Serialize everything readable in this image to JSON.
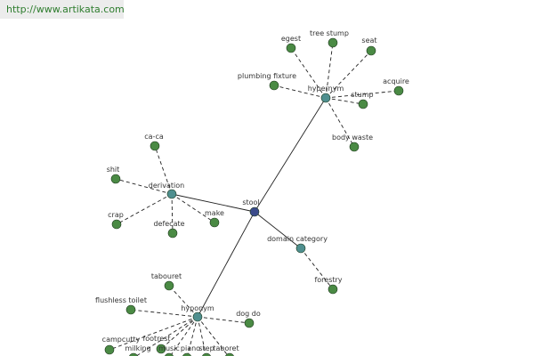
{
  "header": {
    "url": "http://www.artikata.com"
  },
  "colors": {
    "leaf_node": "#4a8a44",
    "group_node": "#4f8f8f",
    "center_node": "#3a4a8a",
    "edge": "#222222",
    "label": "#333333",
    "banner_text": "#2e7d2e"
  },
  "graph": {
    "center": {
      "label": "stool"
    },
    "groups": [
      {
        "id": "hypernym",
        "label": "hypernym",
        "children": [
          "egest",
          "tree stump",
          "seat",
          "plumbing fixture",
          "acquire",
          "stump",
          "body waste"
        ]
      },
      {
        "id": "derivation",
        "label": "derivation",
        "children": [
          "ca-ca",
          "shit",
          "crap",
          "defecate",
          "make"
        ]
      },
      {
        "id": "domain",
        "label": "domain category",
        "children": [
          "forestry"
        ]
      },
      {
        "id": "hyponym",
        "label": "hyponym",
        "children": [
          "tabouret",
          "flushless toilet",
          "dog do",
          "campcutty",
          "footrest",
          "milking",
          "music",
          "piano",
          "step",
          "taboret"
        ]
      }
    ]
  }
}
